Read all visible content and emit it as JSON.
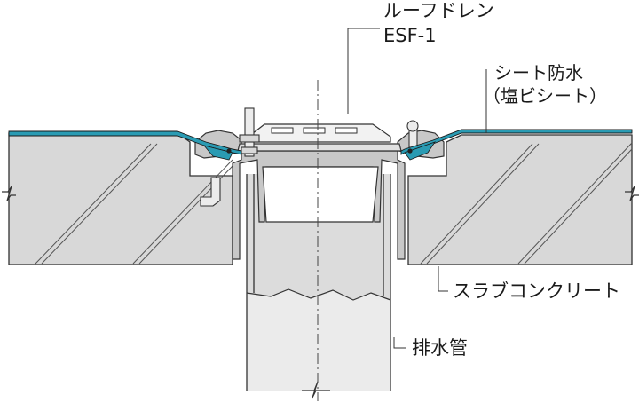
{
  "labels": {
    "roof_drain": {
      "name": "ルーフドレン",
      "model": "ESF-1"
    },
    "sheet_waterproofing": {
      "name": "シート防水",
      "note": "（塩ビシート）"
    },
    "slab_concrete": "スラブコンクリート",
    "drain_pipe": "排水管"
  },
  "colors": {
    "concrete": "#d8d8d8",
    "pipe": "#ebebeb",
    "sheet": "#2a9bb3",
    "line": "#333333",
    "hatch": "#555555"
  }
}
